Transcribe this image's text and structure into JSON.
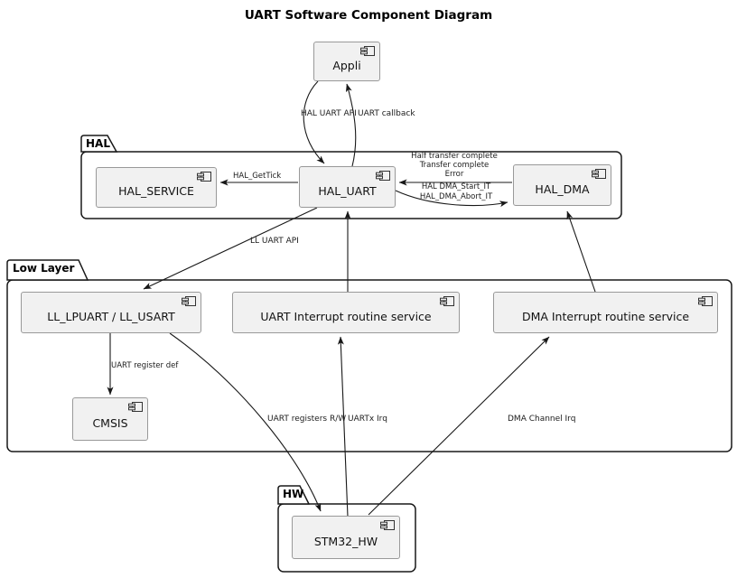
{
  "title": "UART Software Component Diagram",
  "packages": {
    "hal": "HAL",
    "low_layer": "Low Layer",
    "hw": "HW"
  },
  "components": {
    "appli": "Appli",
    "hal_service": "HAL_SERVICE",
    "hal_uart": "HAL_UART",
    "hal_dma": "HAL_DMA",
    "ll_uart": "LL_LPUART / LL_USART",
    "uart_irq_service": "UART Interrupt routine service",
    "dma_irq_service": "DMA Interrupt routine service",
    "cmsis": "CMSIS",
    "stm32_hw": "STM32_HW"
  },
  "edge_labels": {
    "hal_uart_api": "HAL UART API",
    "uart_callback": "UART callback",
    "hal_gettick": "HAL_GetTick",
    "dma_events": "Half transfer complete\nTransfer complete\nError",
    "dma_calls": "HAL DMA_Start_IT\nHAL_DMA_Abort_IT",
    "ll_uart_api": "LL UART API",
    "uart_register_def": "UART register def",
    "uart_registers_rw": "UART registers R/W",
    "uartx_irq": "UARTx Irq",
    "dma_channel_irq": "DMA Channel Irq"
  },
  "colors": {
    "component_fill": "#F1F1F1",
    "component_border": "#999999",
    "line": "#181818",
    "background": "#FFFFFF"
  }
}
